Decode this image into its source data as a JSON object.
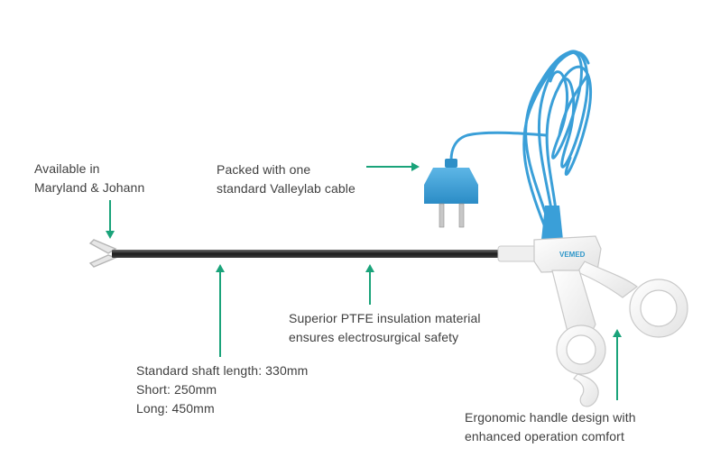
{
  "annotations": {
    "jaw_options": [
      "Available in",
      "Maryland & Johann"
    ],
    "cable": [
      "Packed with one",
      "standard Valleylab cable"
    ],
    "insulation": [
      "Superior PTFE insulation material",
      "ensures electrosurgical safety"
    ],
    "shaft": [
      "Standard shaft length: 330mm",
      "Short: 250mm",
      "Long: 450mm"
    ],
    "handle": [
      "Ergonomic handle design with",
      "enhanced operation  comfort"
    ]
  },
  "brand": "VEMED",
  "colors": {
    "arrow": "#1aa37a",
    "cable": "#3a9fd8",
    "shaft": "#2b2b2b",
    "handle": "#ffffff",
    "handle_outline": "#c9c9c9",
    "text": "#3f3f3f"
  }
}
